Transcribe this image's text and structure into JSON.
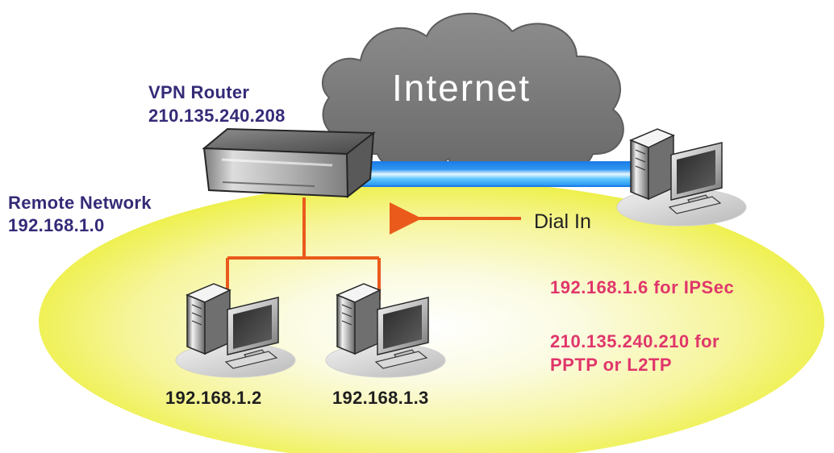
{
  "router": {
    "title": "VPN Router",
    "ip": "210.135.240.208"
  },
  "remote_network": {
    "title": "Remote Network",
    "ip": "192.168.1.0"
  },
  "cloud": {
    "label": "Internet"
  },
  "dial_in": {
    "label": "Dial In"
  },
  "notes": {
    "ipsec": "192.168.1.6 for IPSec",
    "pptp_line1": "210.135.240.210 for",
    "pptp_line2": "PPTP or L2TP"
  },
  "hosts": [
    {
      "ip": "192.168.1.2"
    },
    {
      "ip": "192.168.1.3"
    }
  ],
  "icons": {
    "router": "vpn-router-icon",
    "cloud": "internet-cloud-icon",
    "remote_pc": "remote-computer-icon",
    "lan_pc": "lan-computer-icon"
  },
  "colors": {
    "network_zone": "#f3f16a",
    "router_label": "#342b78",
    "note_text": "#e0366b",
    "lan_link": "#ea5a1b",
    "vpn_tunnel": "#35a8f1",
    "cloud": "#7b7b7b"
  }
}
